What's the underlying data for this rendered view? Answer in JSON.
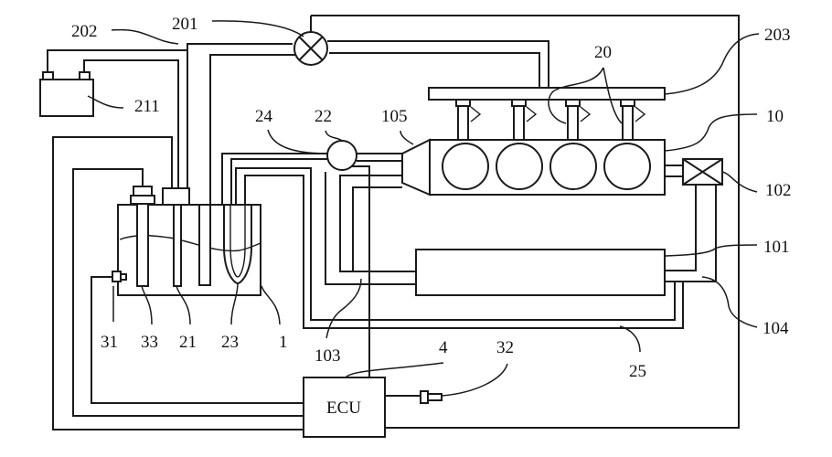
{
  "diagram": {
    "type": "patent schematic",
    "colors": {
      "line": "#1a1a1a",
      "background": "#ffffff"
    },
    "ecu": {
      "label": "ECU"
    },
    "labels": {
      "l202": "202",
      "l201": "201",
      "l203": "203",
      "l20": "20",
      "l211": "211",
      "l24": "24",
      "l22": "22",
      "l105": "105",
      "l10": "10",
      "l102": "102",
      "l101": "101",
      "l104": "104",
      "l31": "31",
      "l33": "33",
      "l21": "21",
      "l23": "23",
      "l1": "1",
      "l103": "103",
      "l4": "4",
      "l32": "32",
      "l25": "25"
    },
    "components": [
      {
        "ref": "1",
        "name": "fuel tank"
      },
      {
        "ref": "10",
        "name": "engine block with four cylinders"
      },
      {
        "ref": "20",
        "name": "fuel injectors (4)"
      },
      {
        "ref": "21",
        "name": "fuel pipe in tank"
      },
      {
        "ref": "22",
        "name": "pump"
      },
      {
        "ref": "23",
        "name": "U-shaped heat exchange tube"
      },
      {
        "ref": "24",
        "name": "pipe"
      },
      {
        "ref": "25",
        "name": "coolant return line"
      },
      {
        "ref": "31",
        "name": "sensor on tank wall"
      },
      {
        "ref": "32",
        "name": "sensor"
      },
      {
        "ref": "33",
        "name": "level sensor"
      },
      {
        "ref": "4",
        "name": "ECU"
      },
      {
        "ref": "101",
        "name": "radiator"
      },
      {
        "ref": "102",
        "name": "thermostat valve"
      },
      {
        "ref": "103",
        "name": "coolant line"
      },
      {
        "ref": "104",
        "name": "coolant line"
      },
      {
        "ref": "105",
        "name": "intake manifold"
      },
      {
        "ref": "201",
        "name": "control valve"
      },
      {
        "ref": "202",
        "name": "fuel line"
      },
      {
        "ref": "203",
        "name": "fuel rail"
      },
      {
        "ref": "211",
        "name": "battery"
      }
    ]
  }
}
